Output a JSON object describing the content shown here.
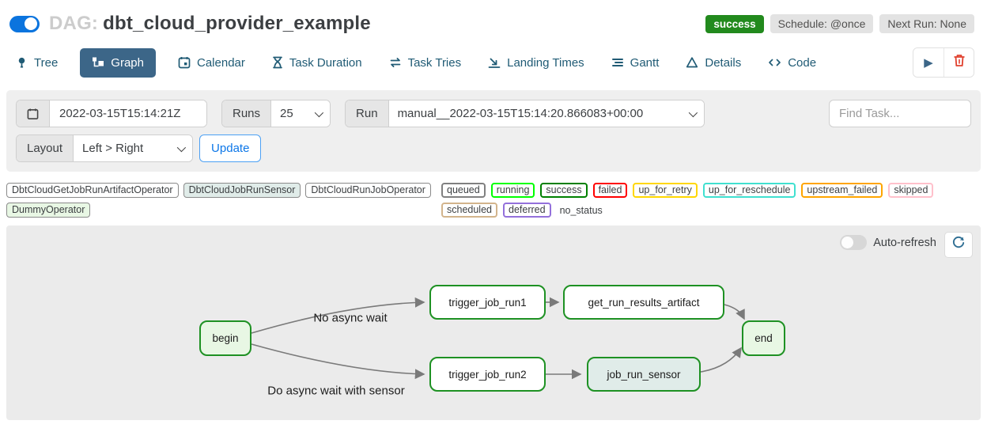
{
  "header": {
    "pause_toggle_state": "on",
    "dag_label": "DAG:",
    "dag_name": "dbt_cloud_provider_example",
    "status_badge": "success",
    "schedule_badge": "Schedule: @once",
    "next_run_badge": "Next Run: None"
  },
  "tabs": [
    {
      "label": "Tree",
      "active": false
    },
    {
      "label": "Graph",
      "active": true
    },
    {
      "label": "Calendar",
      "active": false
    },
    {
      "label": "Task Duration",
      "active": false
    },
    {
      "label": "Task Tries",
      "active": false
    },
    {
      "label": "Landing Times",
      "active": false
    },
    {
      "label": "Gantt",
      "active": false
    },
    {
      "label": "Details",
      "active": false
    },
    {
      "label": "Code",
      "active": false
    }
  ],
  "filters": {
    "date_value": "2022-03-15T15:14:21Z",
    "runs_label": "Runs",
    "runs_value": "25",
    "run_label": "Run",
    "run_value": "manual__2022-03-15T15:14:20.866083+00:00",
    "find_task_placeholder": "Find Task...",
    "layout_label": "Layout",
    "layout_value": "Left > Right",
    "update_label": "Update"
  },
  "legend": {
    "operators": [
      {
        "label": "DbtCloudGetJobRunArtifactOperator",
        "bg": "#ffffff"
      },
      {
        "label": "DbtCloudJobRunSensor",
        "bg": "#e0ece9"
      },
      {
        "label": "DbtCloudRunJobOperator",
        "bg": "#ffffff"
      },
      {
        "label": "DummyOperator",
        "bg": "#e8f7e4"
      }
    ],
    "statuses": [
      {
        "label": "queued",
        "color": "#808080"
      },
      {
        "label": "running",
        "color": "#00ff00"
      },
      {
        "label": "success",
        "color": "#008000"
      },
      {
        "label": "failed",
        "color": "#ff0000"
      },
      {
        "label": "up_for_retry",
        "color": "#ffd700"
      },
      {
        "label": "up_for_reschedule",
        "color": "#40e0d0"
      },
      {
        "label": "upstream_failed",
        "color": "#ffa500"
      },
      {
        "label": "skipped",
        "color": "#ffc0cb"
      },
      {
        "label": "scheduled",
        "color": "#d2b48c"
      },
      {
        "label": "deferred",
        "color": "#9370db"
      }
    ],
    "no_status_label": "no_status"
  },
  "graph": {
    "auto_refresh_label": "Auto-refresh",
    "node_border_color": "#1e9123",
    "edge_color": "#7a7a7a",
    "nodes": [
      {
        "label": "begin",
        "fill": "#e8f7e4"
      },
      {
        "label": "trigger_job_run1",
        "fill": "#ffffff"
      },
      {
        "label": "get_run_results_artifact",
        "fill": "#ffffff"
      },
      {
        "label": "trigger_job_run2",
        "fill": "#ffffff"
      },
      {
        "label": "job_run_sensor",
        "fill": "#e0ece9"
      },
      {
        "label": "end",
        "fill": "#e8f7e4"
      }
    ],
    "edge_labels": [
      {
        "text": "No async wait"
      },
      {
        "text": "Do async wait with sensor"
      }
    ]
  },
  "colors": {
    "accent_blue": "#0b74de",
    "tab_blue": "#205b75",
    "active_tab_bg": "#3c6688",
    "success_green": "#228a1d",
    "trash_red": "#e0402e"
  }
}
